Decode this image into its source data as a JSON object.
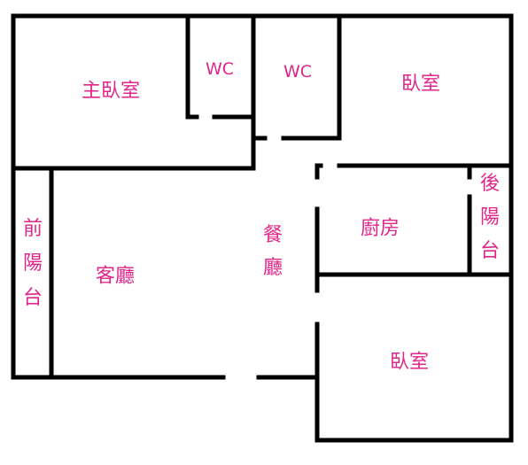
{
  "colors": {
    "wall": "#000000",
    "label": "#e0268a",
    "background": "#ffffff"
  },
  "rooms": {
    "master_bedroom": "主臥室",
    "wc_left": "WC",
    "wc_right": "WC",
    "bedroom_top_right": "臥室",
    "front_balcony": "前陽台",
    "living_room": "客廳",
    "dining_room": "餐廳",
    "kitchen": "廚房",
    "back_balcony": "後陽台",
    "bedroom_bottom_right": "臥室"
  }
}
